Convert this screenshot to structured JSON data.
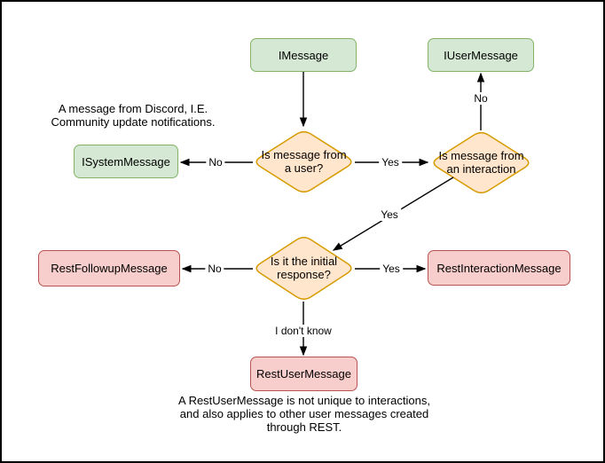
{
  "diagram": {
    "nodes": {
      "imessage": {
        "label": "IMessage",
        "palette": "green"
      },
      "iusermessage": {
        "label": "IUserMessage",
        "palette": "green"
      },
      "isystemmessage": {
        "label": "ISystemMessage",
        "palette": "green"
      },
      "decision_is_from_user": {
        "label": "Is message from\na user?",
        "palette": "orange"
      },
      "decision_is_from_interaction": {
        "label": "Is message from\nan interaction",
        "palette": "orange"
      },
      "decision_is_initial_response": {
        "label": "Is it the initial\nresponse?",
        "palette": "orange"
      },
      "restfollowupmessage": {
        "label": "RestFollowupMessage",
        "palette": "red"
      },
      "restinteractionmessage": {
        "label": "RestInteractionMessage",
        "palette": "red"
      },
      "restusermessage": {
        "label": "RestUserMessage",
        "palette": "red"
      }
    },
    "edges": {
      "user_decision_to_isystemmessage": {
        "label": "No"
      },
      "user_decision_to_interaction_decision": {
        "label": "Yes"
      },
      "interaction_decision_to_iusermessage": {
        "label": "No"
      },
      "interaction_decision_to_initial_decision": {
        "label": "Yes"
      },
      "initial_decision_to_restfollowupmessage": {
        "label": "No"
      },
      "initial_decision_to_restinteractionmessage": {
        "label": "Yes"
      },
      "initial_decision_to_restusermessage": {
        "label": "I don't know"
      }
    },
    "captions": {
      "isystemmessage_note": "A message from Discord, I.E.\nCommunity update notifications.",
      "restusermessage_note": "A RestUserMessage is not unique to interactions,\nand also applies to other user messages created\nthrough REST."
    },
    "colors": {
      "green_fill": "#d5e8d4",
      "green_stroke": "#82b366",
      "orange_fill": "#ffe6cc",
      "orange_stroke": "#d79b00",
      "red_fill": "#f8cecc",
      "red_stroke": "#b85450",
      "edge": "#000000",
      "background": "#ffffff",
      "frame": "#000000"
    }
  }
}
